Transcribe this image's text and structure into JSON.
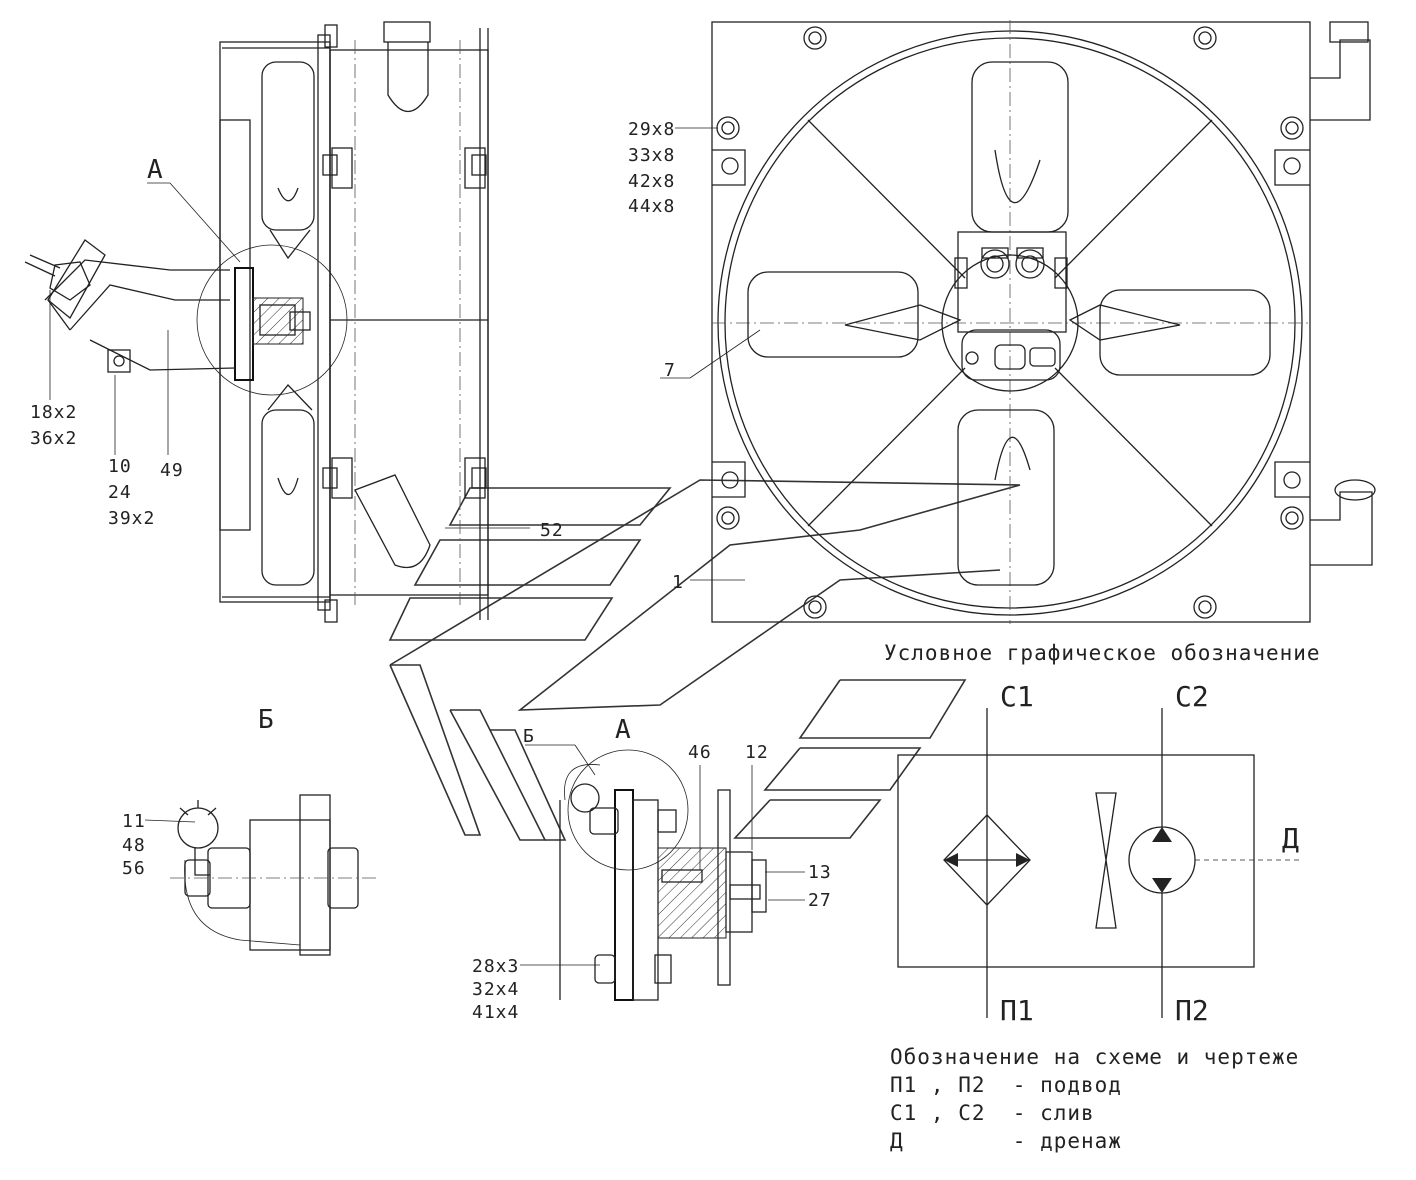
{
  "callouts": {
    "p29": "29x8",
    "p33": "33x8",
    "p42": "42x8",
    "p44": "44x8",
    "p7": "7",
    "p1": "1",
    "p52": "52",
    "p18": "18x2",
    "p36": "36x2",
    "p10": "10",
    "p24": "24",
    "p39": "39x2",
    "p49": "49",
    "p11": "11",
    "p48": "48",
    "p56": "56",
    "p46": "46",
    "p12": "12",
    "p13": "13",
    "p27": "27",
    "p28": "28x3",
    "p32": "32x4",
    "p41": "41x4"
  },
  "views": {
    "a_top": "А",
    "b_title": "Б",
    "b_detail": "Б",
    "a_detail": "А"
  },
  "symbol": {
    "title": "Условное графическое обозначение",
    "c1": "С1",
    "c2": "С2",
    "p1": "П1",
    "p2": "П2",
    "d": "Д"
  },
  "legend": {
    "title": "Обозначение на схеме и чертеже",
    "row1": "П1 , П2  - подвод",
    "row2": "С1 , С2  - слив",
    "row3": "Д        - дренаж"
  }
}
